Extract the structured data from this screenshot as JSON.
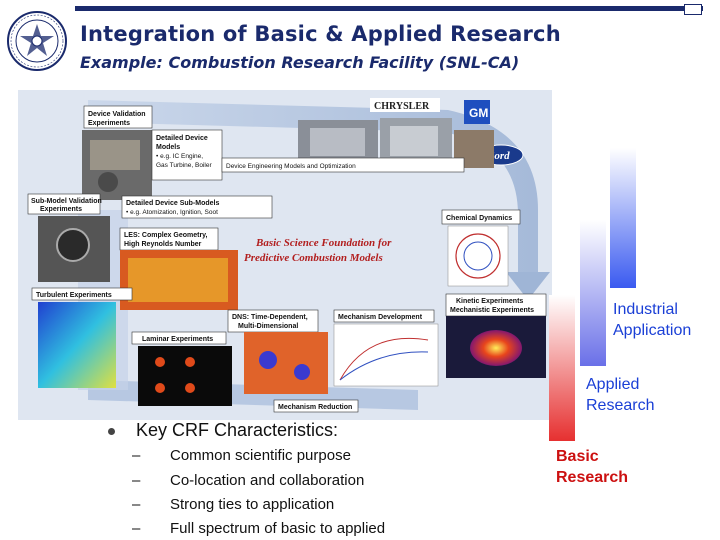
{
  "header": {
    "title": "Integration of Basic & Applied Research",
    "subtitle": "Example:  Combustion Research Facility (SNL-CA)"
  },
  "figure": {
    "center_line1": "Basic Science Foundation for",
    "center_line2": "Predictive Combustion Models",
    "logos": {
      "chrysler": "CHRYSLER",
      "gm": "GM",
      "ford": "Ford"
    },
    "boxes": {
      "device_validation_1": "Device Validation",
      "device_validation_2": "Experiments",
      "detailed_device_1": "Detailed Device",
      "detailed_device_2": "Models",
      "detailed_device_3": "• e.g. IC Engine,",
      "detailed_device_4": "Gas Turbine, Boiler",
      "device_eng": "Device Engineering Models and Optimization",
      "submodel_1": "Sub-Model Validation",
      "submodel_2": "Experiments",
      "detailed_sub_1": "Detailed Device Sub-Models",
      "detailed_sub_2": "• e.g. Atomization, Ignition, Soot",
      "chemical_dynamics": "Chemical Dynamics",
      "les_1": "LES: Complex Geometry,",
      "les_2": "High Reynolds Number",
      "turbulent": "Turbulent Experiments",
      "kinetic_1": "Kinetic Experiments",
      "kinetic_2": "Mechanistic Experiments",
      "dns_1": "DNS: Time-Dependent,",
      "dns_2": "Multi-Dimensional",
      "mechanism_dev": "Mechanism Development",
      "laminar": "Laminar Experiments",
      "mechanism_red": "Mechanism Reduction"
    }
  },
  "spectrum": {
    "industrial": [
      "Industrial",
      "Application"
    ],
    "applied": [
      "Applied",
      "Research"
    ],
    "basic": [
      "Basic",
      "Research"
    ],
    "colors": {
      "industrial": "#1a3fd6",
      "applied": "#1a3fd6",
      "basic": "#cc1010"
    }
  },
  "bullets": {
    "heading": "Key CRF Characteristics:",
    "dash": "–",
    "items": [
      "Common scientific purpose",
      "Co-location and collaboration",
      "Strong ties to application",
      "Full spectrum of basic to applied"
    ]
  }
}
